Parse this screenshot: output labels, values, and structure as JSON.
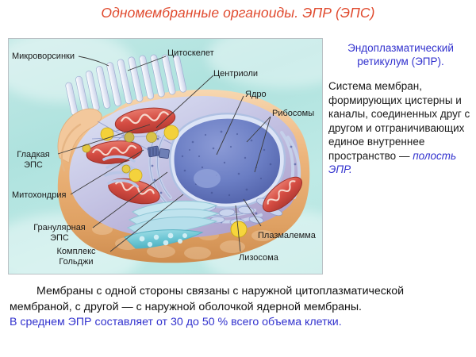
{
  "slide": {
    "title": "Одномембранные органоиды. ЭПР (ЭПС)",
    "title_color": "#E04A2E",
    "accent_color": "#3232CE",
    "background": "#FFFFFF"
  },
  "diagram": {
    "name": "animal-cell-cutaway-illustration",
    "background_color": "#B4E5E1",
    "border_color": "#B9C0C4",
    "labels": [
      {
        "id": "microvilli",
        "text": "Микроворсинки"
      },
      {
        "id": "cytoskeleton",
        "text": "Цитоскелет"
      },
      {
        "id": "centrioles",
        "text": "Центриоли"
      },
      {
        "id": "nucleus",
        "text": "Ядро"
      },
      {
        "id": "ribosomes",
        "text": "Рибосомы"
      },
      {
        "id": "smooth-er-1",
        "text": "Гладкая"
      },
      {
        "id": "smooth-er-2",
        "text": "ЭПС"
      },
      {
        "id": "mitochondria",
        "text": "Митохондрия"
      },
      {
        "id": "rough-er-1",
        "text": "Гранулярная"
      },
      {
        "id": "rough-er-2",
        "text": "ЭПС"
      },
      {
        "id": "golgi-1",
        "text": "Комплекс"
      },
      {
        "id": "golgi-2",
        "text": "Гольджи"
      },
      {
        "id": "plasmalemma",
        "text": "Плазмалемма"
      },
      {
        "id": "lysosome",
        "text": "Лизосома"
      }
    ],
    "organelle_colors": {
      "membrane": "#E8A76A",
      "cytoplasm": "#C9C7E6",
      "nucleus": "#6B7EC4",
      "mitochondria": "#D9544A",
      "golgi": "#6FC9D4",
      "vesicle": "#F2CE2B",
      "er": "#A8B5DC"
    }
  },
  "panel": {
    "heading_line1": "Эндоплазматический",
    "heading_line2": "ретикулум (ЭПР).",
    "body_text": "Система мембран, формирующих цистерны и каналы, соединенных друг с другом и отграничивающих единое внутреннее пространство —",
    "body_emphasis": "полость ЭПР."
  },
  "bottom": {
    "line1": "Мембраны с одной стороны связаны с наружной цитоплазматической",
    "line2": "мембраной, с другой — с наружной оболочкой ядерной мембраны.",
    "line3": "В среднем ЭПР составляет от 30 до 50 % всего объема клетки."
  }
}
